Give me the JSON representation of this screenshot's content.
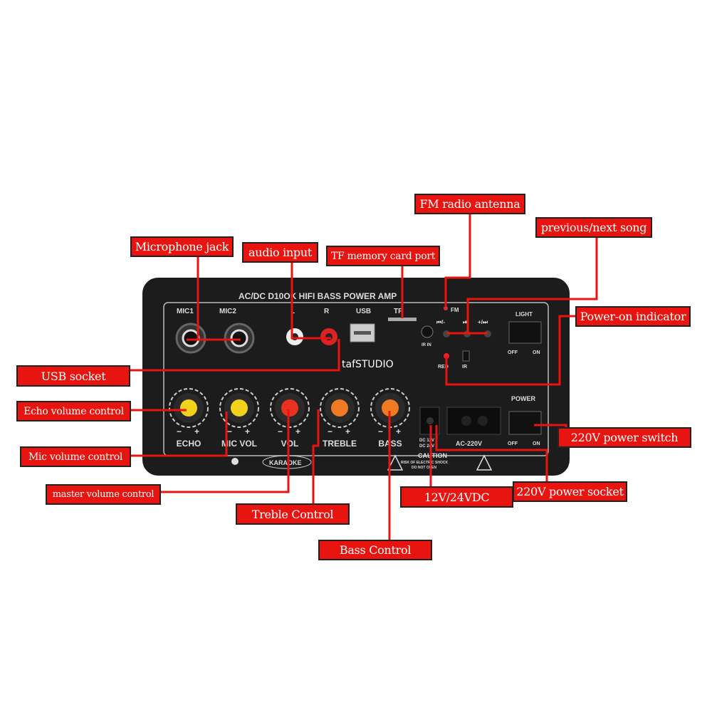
{
  "labels": {
    "fm_antenna": "FM radio antenna",
    "prev_next": "previous/next song",
    "power_indicator": "Power-on indicator",
    "mic_jack": "Microphone jack",
    "audio_input": "audio input",
    "tf_port": "TF memory card port",
    "usb_socket": "USB socket",
    "echo_control": "Echo volume control",
    "mic_volume": "Mic  volume control",
    "master_volume": "master volume control",
    "treble": "Treble Control",
    "bass": "Bass Control",
    "dc_input": "12V/24VDC",
    "power_socket": "220V power socket",
    "power_switch": "220V power switch"
  },
  "panel": {
    "title": "AC/DC  D10OK  HIFI    BASS  POWER  AMP",
    "mic1": "MIC1",
    "mic2": "MIC2",
    "l": "L",
    "r": "R",
    "usb": "USB",
    "tf": "TF",
    "ir_in": "IR IN",
    "fm": "FM",
    "prev": "⏮/-",
    "play": "⏯",
    "next": "+/⏭",
    "red": "RED",
    "ir": "IR",
    "light": "LIGHT",
    "off": "OFF",
    "on": "ON",
    "power": "POWER",
    "knobs": [
      "ECHO",
      "MIC VOL",
      "VOL",
      "TREBLE",
      "BASS"
    ],
    "minus": "−",
    "plus": "+",
    "dc": "DC 12V",
    "dc2": "DC 24V",
    "ac": "AC-220V",
    "karaoke": "KARAOKE",
    "caution": "CAUTION",
    "caution_sub1": "RISK OF ELECTRIC SHOCK",
    "caution_sub2": "DO NOT OPEN"
  },
  "watermark": "tafSTUDIO",
  "colors": {
    "label_bg": "#e8140f",
    "line": "#e8140f",
    "panel": "#1c1c1c"
  }
}
